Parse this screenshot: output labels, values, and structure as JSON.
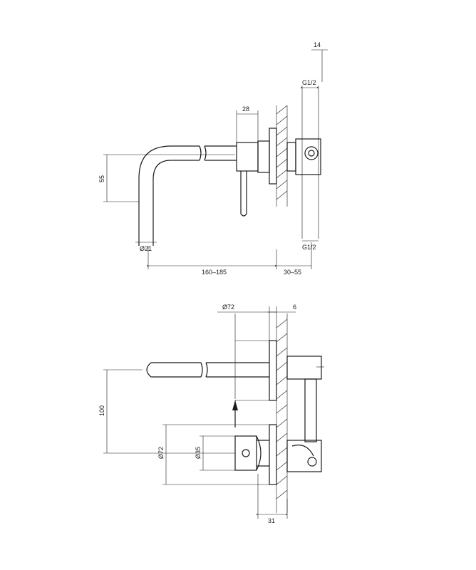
{
  "top_view": {
    "dim_14": "14",
    "dim_g12_top": "G1/2",
    "dim_28": "28",
    "dim_55": "55",
    "dim_d21": "Ø21",
    "dim_g12_bottom": "G1/2",
    "dim_160_185": "160–185",
    "dim_30_55": "30–55"
  },
  "front_view": {
    "dim_d72_top": "Ø72",
    "dim_6": "6",
    "dim_100": "100",
    "dim_d72_left": "Ø72",
    "dim_d35": "Ø35",
    "dim_31": "31"
  }
}
